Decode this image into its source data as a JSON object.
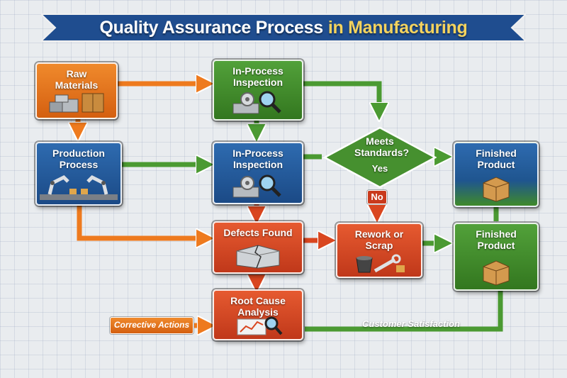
{
  "title": {
    "part1": "Quality Assurance Process",
    "part2": "in Manufacturing"
  },
  "nodes": {
    "raw_materials": "Raw Materials",
    "production_process": "Production Process",
    "in_process_inspection_1": "In-Process Inspection",
    "in_process_inspection_2": "In-Process Inspection",
    "decision": "Meets Standards?",
    "decision_yes": "Yes",
    "decision_no": "No",
    "finished_product_1": "Finished Product",
    "finished_product_2": "Finished Product",
    "defects_found": "Defects Found",
    "rework_or_scrap": "Rework or Scrap",
    "root_cause_analysis": "Root Cause Analysis"
  },
  "labels": {
    "corrective_actions": "Corrective Actions",
    "customer_satisfaction": "Customer Satisfaction"
  },
  "colors": {
    "orange": "#e8761f",
    "blue": "#24599b",
    "green": "#46902f",
    "red": "#d54a26",
    "banner": "#1f4d8f",
    "title_accent": "#f4d35e"
  }
}
